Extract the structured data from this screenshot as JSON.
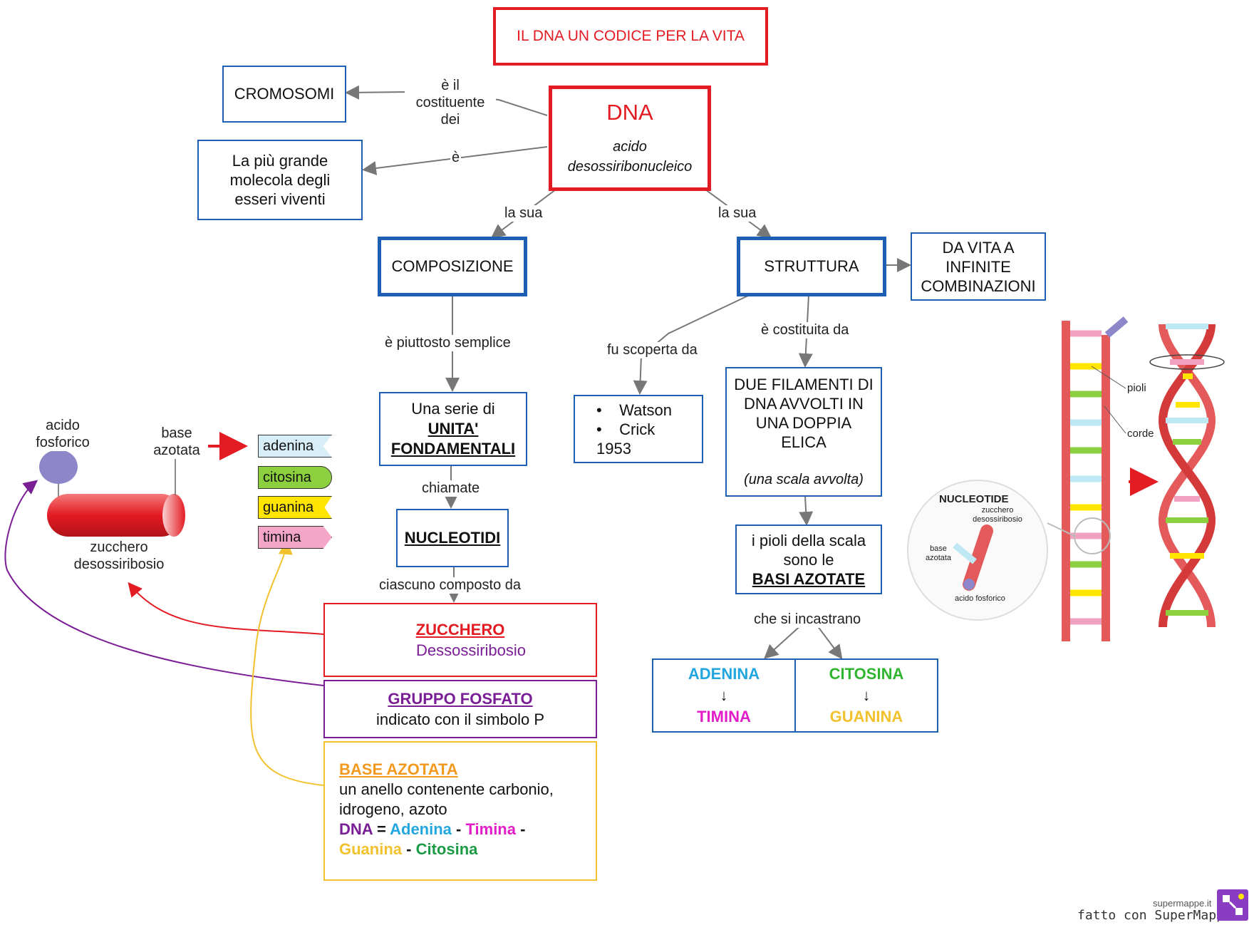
{
  "title": "IL DNA UN CODICE PER LA VITA",
  "dna": {
    "name": "DNA",
    "full": "acido desossiribonucleico"
  },
  "cromosomi": "CROMOSOMI",
  "molecola": "La più grande molecola degli esseri viventi",
  "composizione": "COMPOSIZIONE",
  "struttura": "STRUTTURA",
  "da_vita": "DA VITA A INFINITE COMBINAZIONI",
  "serie": {
    "line1": "Una serie di",
    "line2": "UNITA'",
    "line3": "FONDAMENTALI"
  },
  "nucleotidi": "NUCLEOTIDI",
  "scoperta": {
    "b1": "Watson",
    "b2": "Crick",
    "year": "1953"
  },
  "filamenti": {
    "text": "DUE FILAMENTI DI DNA AVVOLTI IN UNA DOPPIA ELICA",
    "note": "(una  scala  avvolta)"
  },
  "pioli": {
    "text": "i pioli della scala sono le",
    "bold": "BASI AZOTATE"
  },
  "pair1": {
    "top": "ADENINA",
    "arrow": "↓",
    "bottom": "TIMINA"
  },
  "pair2": {
    "top": "CITOSINA",
    "arrow": "↓",
    "bottom": "GUANINA"
  },
  "zucchero": {
    "title": "ZUCCHERO",
    "sub": "Dessossiribosio"
  },
  "fosfato": {
    "title": "GRUPPO FOSFATO",
    "sub": "indicato con il simbolo P"
  },
  "base": {
    "title": "BASE AZOTATA",
    "desc": "un anello contenente carbonio, idrogeno, azoto",
    "dna": "DNA",
    "eq": " = ",
    "a": "Adenina",
    "dash": " - ",
    "t": "Timina",
    "g": "Guanina",
    "c": "Citosina"
  },
  "links": {
    "costituente": "è il costituente dei",
    "e": "è",
    "la_sua_1": "la sua",
    "la_sua_2": "la sua",
    "semplice": "è piuttosto semplice",
    "scoperta_da": "fu scoperta da",
    "costituita": "è costituita da",
    "chiamate": "chiamate",
    "composto": "ciascuno composto da",
    "incastrano": "che si incastrano"
  },
  "nucleotide_fig": {
    "acido": "acido fosforico",
    "base": "base azotata",
    "zucchero": "zucchero desossiribosio",
    "adenina": "adenina",
    "citosina": "citosina",
    "guanina": "guanina",
    "timina": "timina"
  },
  "helix_fig": {
    "pioli": "pioli",
    "corde": "corde",
    "nucleotide": "NUCLEOTIDE",
    "zucchero": "zucchero desossiribosio",
    "base": "base azotata",
    "acido": "acido fosforico"
  },
  "footer": {
    "site": "supermappe.it",
    "made": "fatto con SuperMappe"
  },
  "colors": {
    "red": "#e31b23",
    "blue": "#1d5fb4",
    "purple": "#7a1e96",
    "orange": "#f39a1e"
  }
}
